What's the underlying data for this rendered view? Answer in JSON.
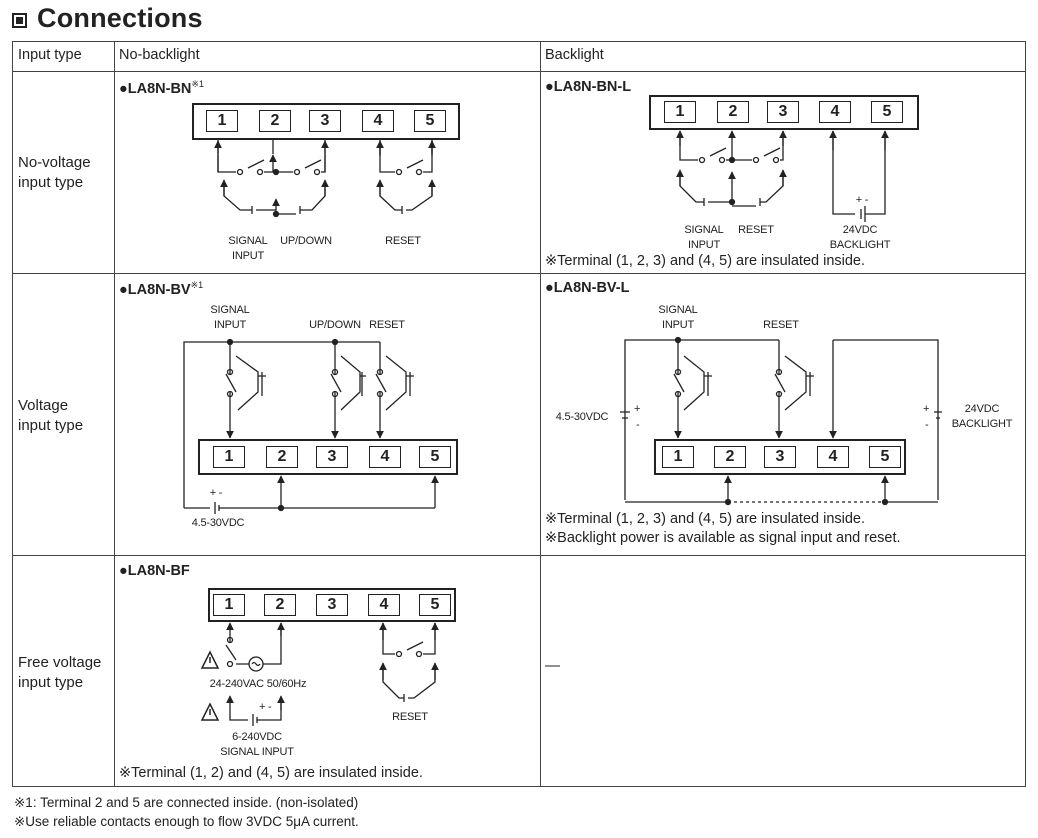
{
  "title": "Connections",
  "table": {
    "headers": [
      "Input type",
      "No-backlight",
      "Backlight"
    ],
    "rows": [
      {
        "label_lines": [
          "No-voltage",
          "input type"
        ]
      },
      {
        "label_lines": [
          "Voltage",
          "input type"
        ]
      },
      {
        "label_lines": [
          "Free voltage",
          "input type"
        ]
      }
    ]
  },
  "terminals": [
    "1",
    "2",
    "3",
    "4",
    "5"
  ],
  "cells": {
    "bn": {
      "model": "●LA8N-BN",
      "sup": "※1",
      "labels": {
        "signal_input": [
          "SIGNAL",
          "INPUT"
        ],
        "updown": "UP/DOWN",
        "reset": "RESET"
      }
    },
    "bnl": {
      "model": "●LA8N-BN-L",
      "labels": {
        "signal_input": [
          "SIGNAL",
          "INPUT"
        ],
        "reset": "RESET",
        "backlight": [
          "24VDC",
          "BACKLIGHT"
        ],
        "polarity": "+ -"
      },
      "note": "※Terminal (1, 2, 3) and (4, 5) are insulated inside."
    },
    "bv": {
      "model": "●LA8N-BV",
      "sup": "※1",
      "labels": {
        "signal_input": [
          "SIGNAL",
          "INPUT"
        ],
        "updown": "UP/DOWN",
        "reset": "RESET",
        "supply": "4.5-30VDC",
        "polarity": "+ -"
      }
    },
    "bvl": {
      "model": "●LA8N-BV-L",
      "labels": {
        "signal_input": [
          "SIGNAL",
          "INPUT"
        ],
        "reset": "RESET",
        "supply": "4.5-30VDC",
        "backlight": [
          "24VDC",
          "BACKLIGHT"
        ]
      },
      "notes": [
        "※Terminal (1, 2, 3) and (4, 5) are insulated inside.",
        "※Backlight power is available as signal input and reset."
      ]
    },
    "bf": {
      "model": "●LA8N-BF",
      "labels": {
        "ac": "24-240VAC 50/60Hz",
        "dc": [
          "6-240VDC",
          "SIGNAL INPUT"
        ],
        "reset": "RESET"
      },
      "note": "※Terminal (1, 2) and (4, 5) are insulated inside."
    },
    "bfl": {
      "dash": "—"
    }
  },
  "footnotes": [
    "※1: Terminal 2 and 5 are connected inside. (non-isolated)",
    "※Use reliable contacts enough to flow 3VDC 5μA current."
  ]
}
